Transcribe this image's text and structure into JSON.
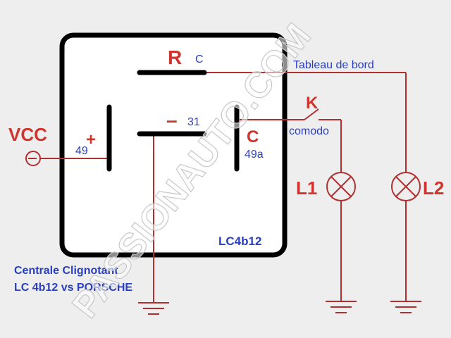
{
  "relay": {
    "model_label": "LC4b12",
    "pin_r": {
      "letter": "R",
      "code": "C"
    },
    "pin_minus": {
      "symbol": "–",
      "code": "31"
    },
    "pin_plus": {
      "symbol": "+",
      "code": "49"
    },
    "pin_c": {
      "letter": "C",
      "code": "49a"
    }
  },
  "supply": {
    "label": "VCC"
  },
  "switch": {
    "letter": "K",
    "label": "comodo"
  },
  "dashboard": {
    "label": "Tableau de bord"
  },
  "lamps": [
    {
      "label": "L1"
    },
    {
      "label": "L2"
    }
  ],
  "caption": {
    "line1": "Centrale Clignotant",
    "line2": "LC 4b12 vs PORSCHE"
  },
  "watermark": "PASSIONAUTO.COM",
  "colors": {
    "wire": "#b03030",
    "label_red": "#d0342c",
    "label_blue": "#2a3fbf"
  }
}
